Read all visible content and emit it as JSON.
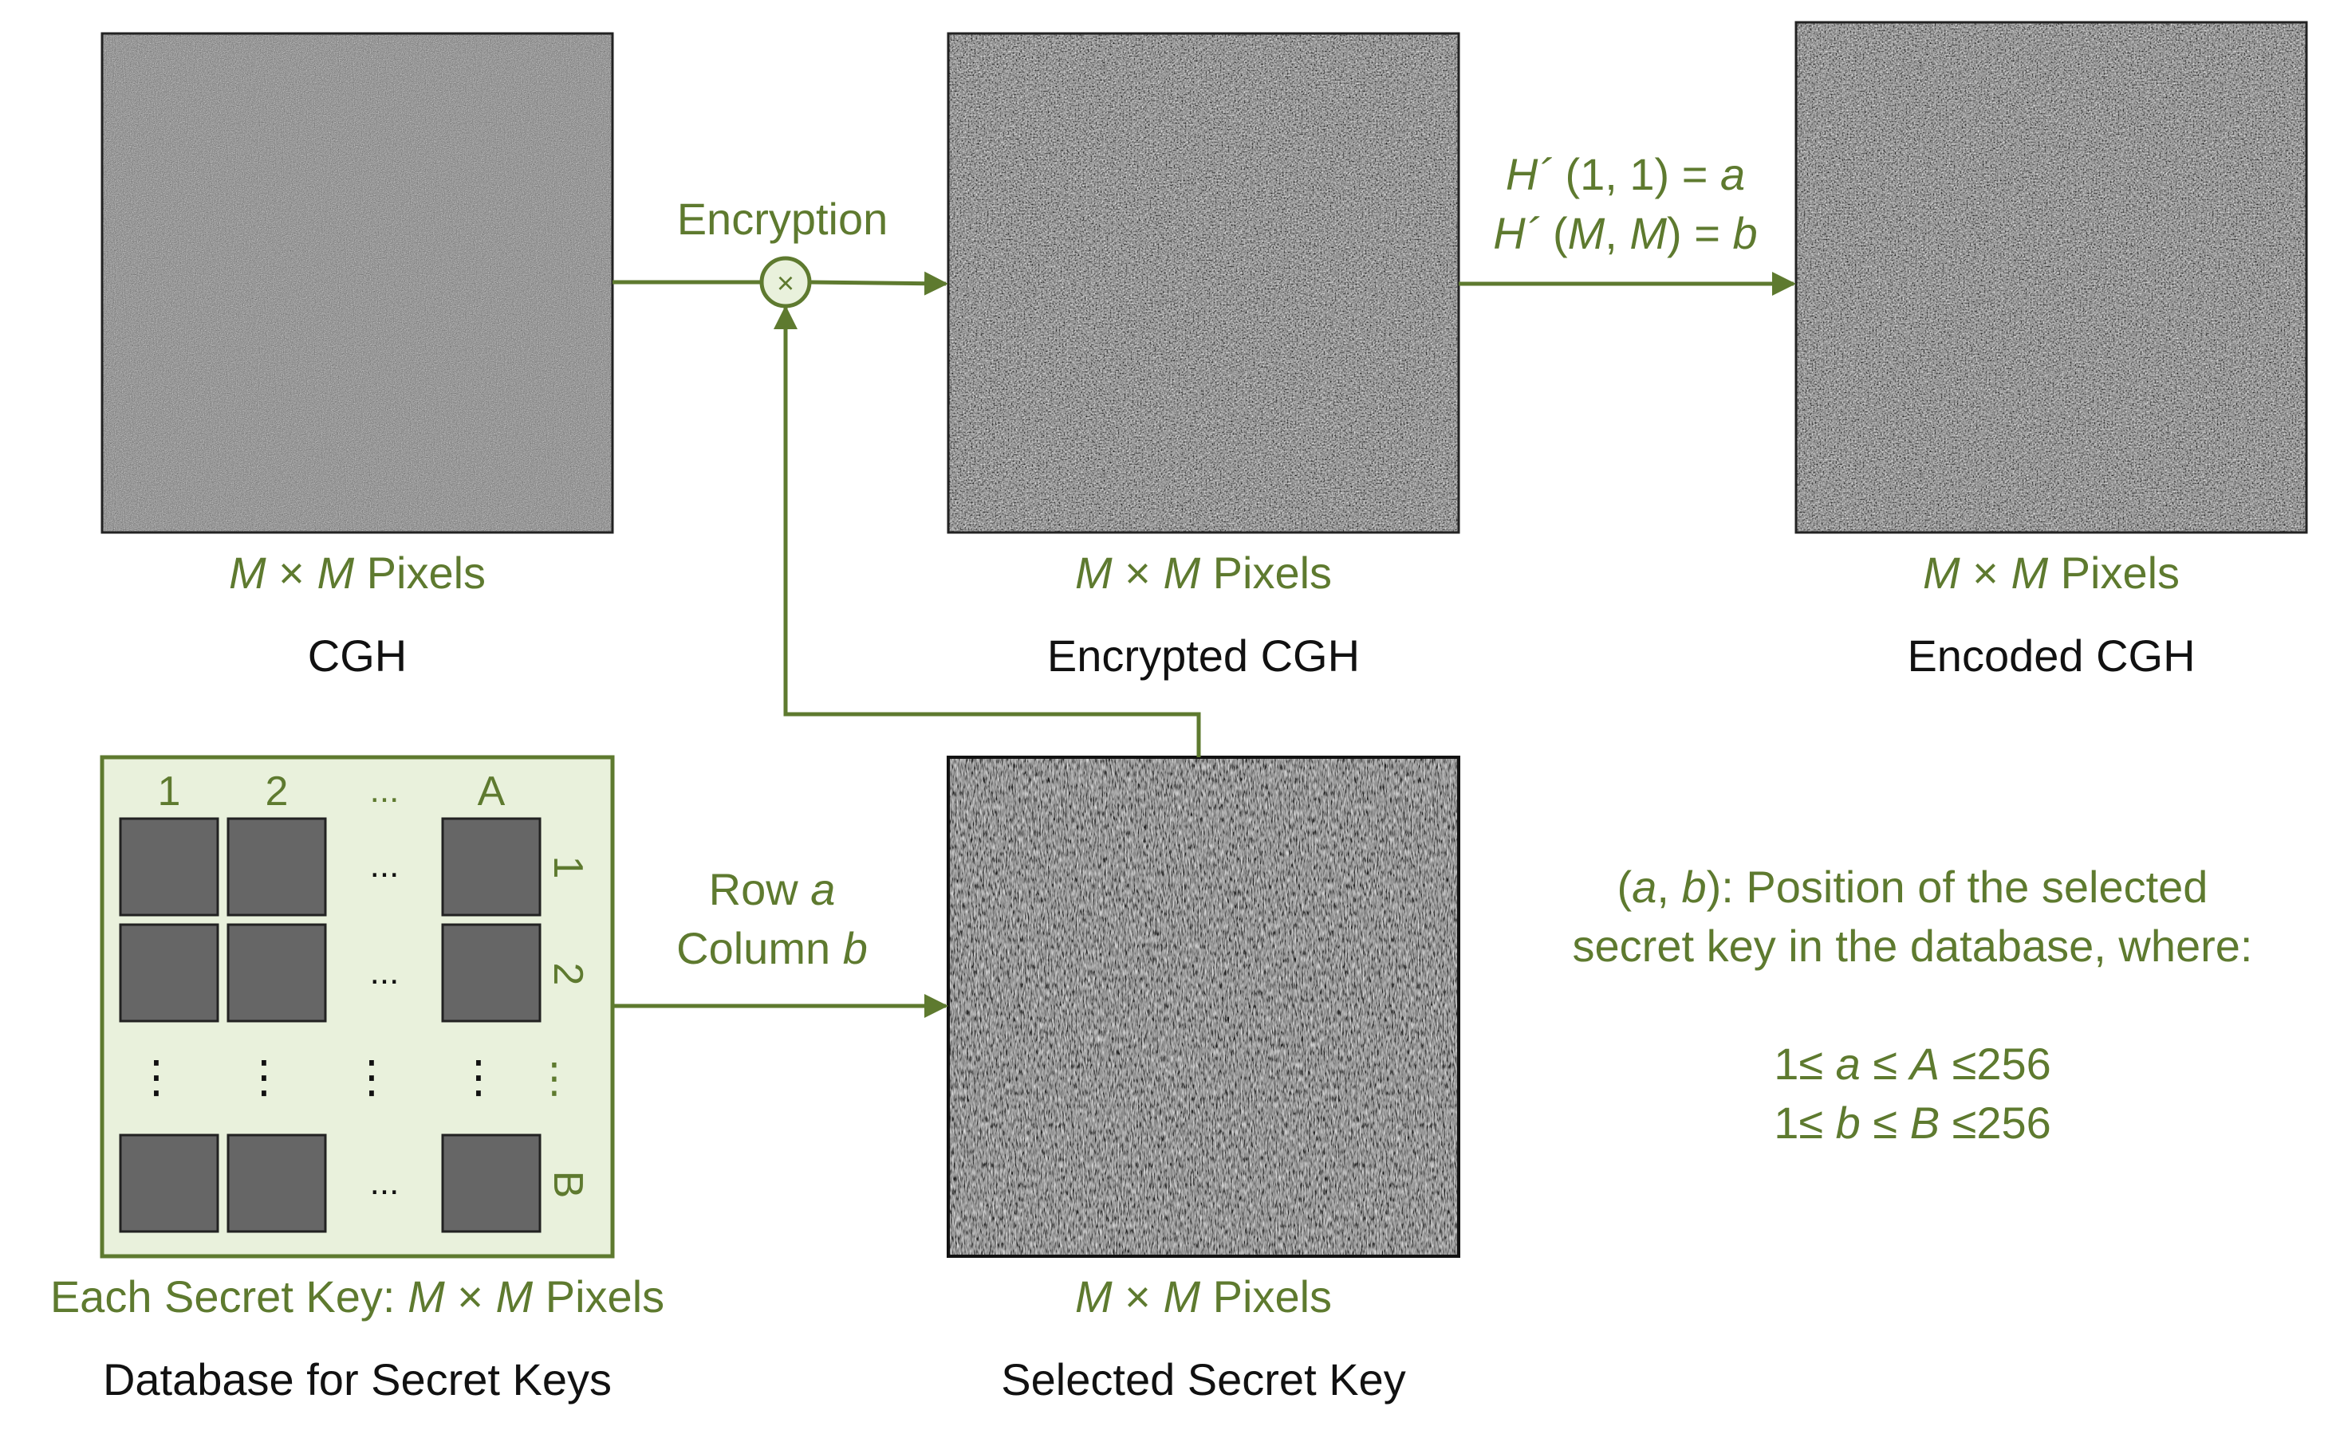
{
  "colors": {
    "accent": "#5e7a2f",
    "database_fill": "#e9f1dc",
    "tile": "#666666",
    "text": "#111111"
  },
  "cgh": {
    "size_label": {
      "m1": "M",
      "times": "×",
      "m2": "M",
      "unit": "Pixels"
    },
    "title": "CGH"
  },
  "encrypted_cgh": {
    "size_label": {
      "m1": "M",
      "times": "×",
      "m2": "M",
      "unit": "Pixels"
    },
    "title": "Encrypted CGH"
  },
  "encoded_cgh": {
    "size_label": {
      "m1": "M",
      "times": "×",
      "m2": "M",
      "unit": "Pixels"
    },
    "title": "Encoded CGH"
  },
  "selected_key": {
    "size_label": {
      "m1": "M",
      "times": "×",
      "m2": "M",
      "unit": "Pixels"
    },
    "title": "Selected Secret Key"
  },
  "encryption": {
    "label": "Encryption",
    "operator": "×"
  },
  "encoding": {
    "line1": {
      "h": "H´",
      "args": "(1, 1) =",
      "var": "a"
    },
    "line2": {
      "h": "H´",
      "open": "(",
      "m1": "M",
      "comma": ",",
      "m2": "M",
      "close": ") =",
      "var": "b"
    }
  },
  "selection": {
    "row": {
      "word": "Row",
      "var": "a"
    },
    "column": {
      "word": "Column",
      "var": "b"
    }
  },
  "database": {
    "column_labels": [
      "1",
      "2",
      "...",
      "A"
    ],
    "row_labels": [
      "1",
      "2",
      "B"
    ],
    "ellipsis": "...",
    "vertical_ellipsis": "⋮",
    "caption": {
      "prefix": "Each Secret Key:",
      "m1": "M",
      "times": "×",
      "m2": "M",
      "unit": "Pixels"
    },
    "title": "Database for Secret Keys"
  },
  "note": {
    "line1": {
      "open": "(",
      "a": "a",
      "comma": ",",
      "b": "b",
      "rest": "): Position of the selected"
    },
    "line2": "secret key in the database, where:",
    "constraint_a": {
      "lo": "1≤",
      "var": "a",
      "le": "≤",
      "cap": "A",
      "hi": "≤256"
    },
    "constraint_b": {
      "lo": "1≤",
      "var": "b",
      "le": "≤",
      "cap": "B",
      "hi": "≤256"
    }
  }
}
